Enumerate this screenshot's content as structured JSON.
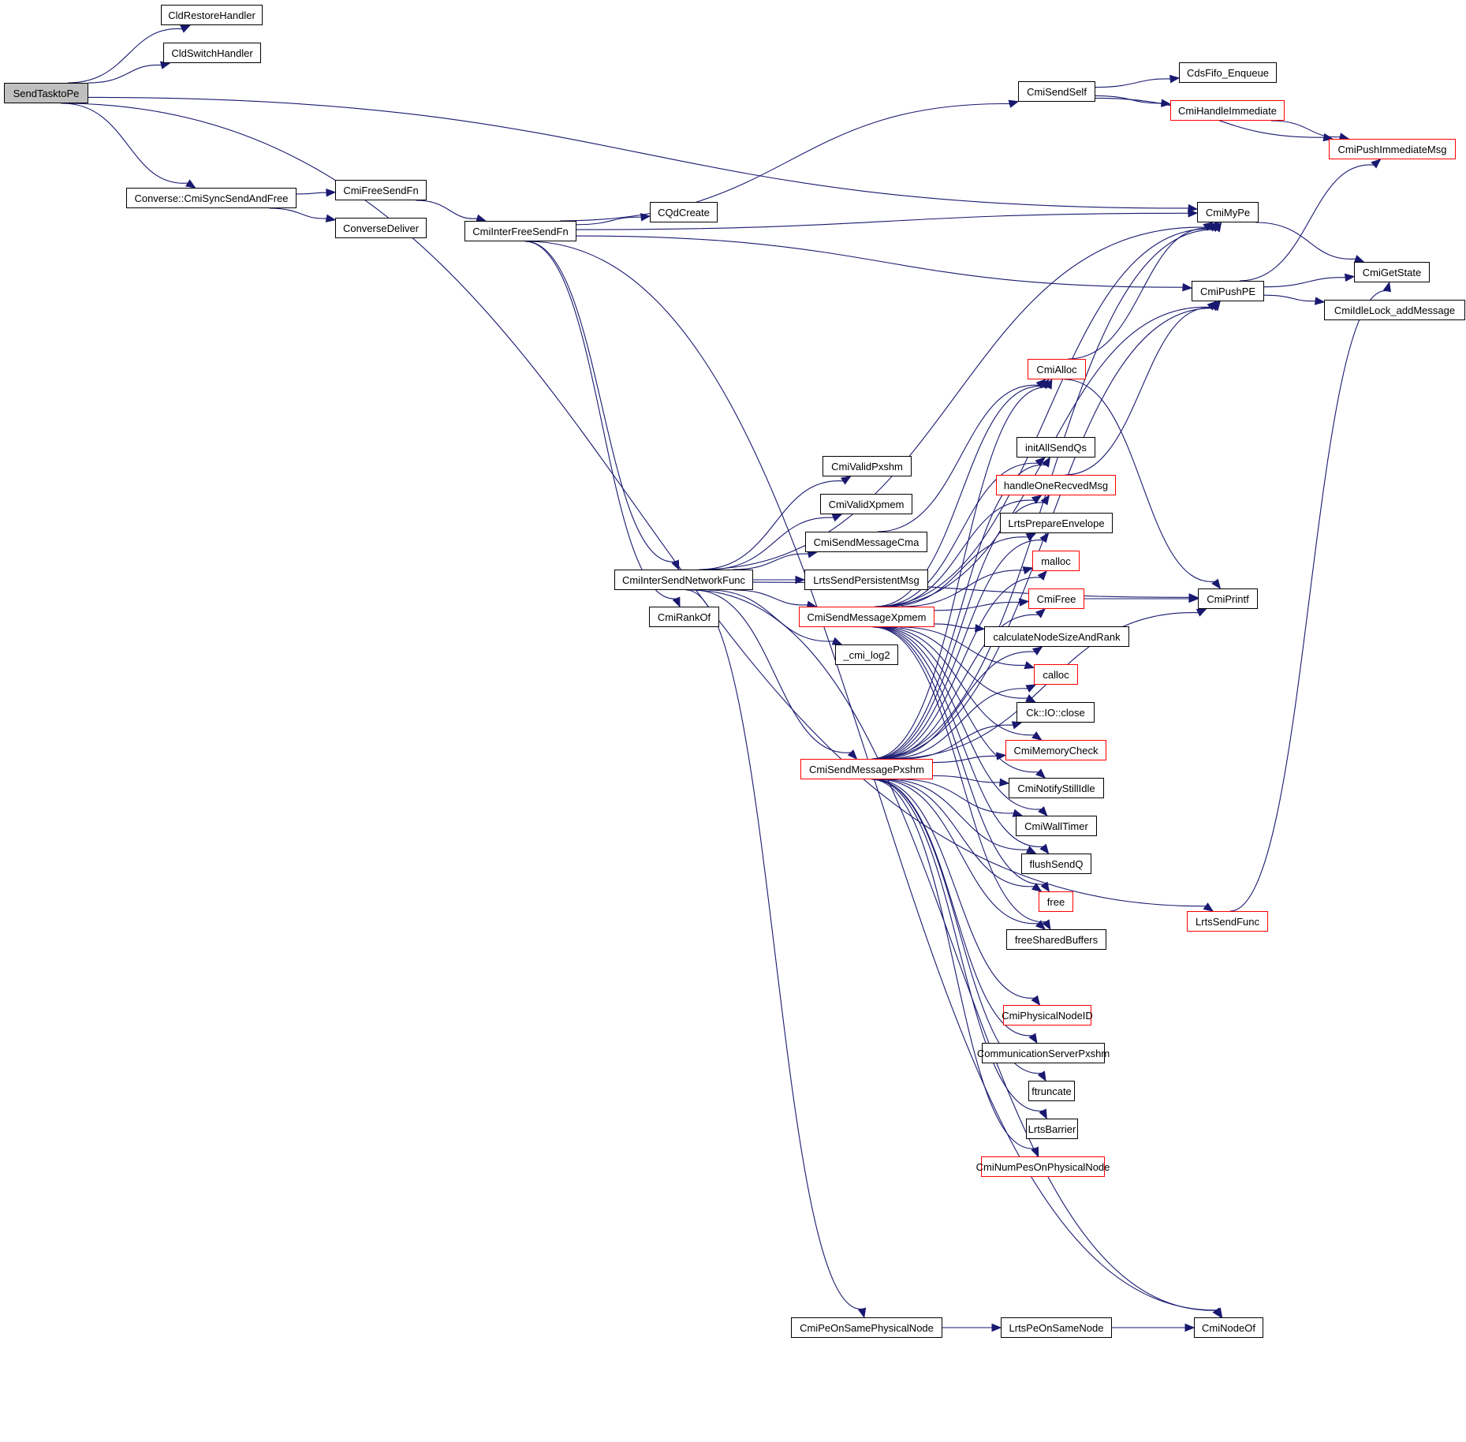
{
  "graph": {
    "type": "call-graph",
    "edge_color": "#191970",
    "node_border_default": "#000000",
    "node_border_truncated": "#ff0000",
    "root_fill": "#bfbfbf",
    "nodes": [
      {
        "id": "SendTasktoPe",
        "label": "SendTasktoPe",
        "root": true,
        "truncated": false
      },
      {
        "id": "CldRestoreHandler",
        "label": "CldRestoreHandler",
        "truncated": false
      },
      {
        "id": "CldSwitchHandler",
        "label": "CldSwitchHandler",
        "truncated": false
      },
      {
        "id": "CmiSyncSendAndFree",
        "label": "Converse::CmiSyncSendAndFree",
        "truncated": false
      },
      {
        "id": "CmiFreeSendFn",
        "label": "CmiFreeSendFn",
        "truncated": false
      },
      {
        "id": "ConverseDeliver",
        "label": "ConverseDeliver",
        "truncated": false
      },
      {
        "id": "CmiInterFreeSendFn",
        "label": "CmiInterFreeSendFn",
        "truncated": false
      },
      {
        "id": "CQdCreate",
        "label": "CQdCreate",
        "truncated": false
      },
      {
        "id": "CmiSendSelf",
        "label": "CmiSendSelf",
        "truncated": false
      },
      {
        "id": "CdsFifo_Enqueue",
        "label": "CdsFifo_Enqueue",
        "truncated": false
      },
      {
        "id": "CmiHandleImmediate",
        "label": "CmiHandleImmediate",
        "truncated": true
      },
      {
        "id": "CmiPushImmediateMsg",
        "label": "CmiPushImmediateMsg",
        "truncated": true
      },
      {
        "id": "CmiMyPe",
        "label": "CmiMyPe",
        "truncated": false
      },
      {
        "id": "CmiGetState",
        "label": "CmiGetState",
        "truncated": false
      },
      {
        "id": "CmiPushPE",
        "label": "CmiPushPE",
        "truncated": false
      },
      {
        "id": "CmiIdleLock_addMessage",
        "label": "CmiIdleLock_addMessage",
        "truncated": false
      },
      {
        "id": "CmiAlloc",
        "label": "CmiAlloc",
        "truncated": true
      },
      {
        "id": "initAllSendQs",
        "label": "initAllSendQs",
        "truncated": false
      },
      {
        "id": "handleOneRecvedMsg",
        "label": "handleOneRecvedMsg",
        "truncated": true
      },
      {
        "id": "LrtsPrepareEnvelope",
        "label": "LrtsPrepareEnvelope",
        "truncated": false
      },
      {
        "id": "malloc",
        "label": "malloc",
        "truncated": true
      },
      {
        "id": "CmiFree",
        "label": "CmiFree",
        "truncated": true
      },
      {
        "id": "CmiPrintf",
        "label": "CmiPrintf",
        "truncated": false
      },
      {
        "id": "calculateNodeSizeAndRank",
        "label": "calculateNodeSizeAndRank",
        "truncated": false
      },
      {
        "id": "calloc",
        "label": "calloc",
        "truncated": true
      },
      {
        "id": "CkIOclose",
        "label": "Ck::IO::close",
        "truncated": false
      },
      {
        "id": "CmiMemoryCheck",
        "label": "CmiMemoryCheck",
        "truncated": true
      },
      {
        "id": "CmiNotifyStillIdle",
        "label": "CmiNotifyStillIdle",
        "truncated": false
      },
      {
        "id": "CmiWallTimer",
        "label": "CmiWallTimer",
        "truncated": false
      },
      {
        "id": "flushSendQ",
        "label": "flushSendQ",
        "truncated": false
      },
      {
        "id": "free",
        "label": "free",
        "truncated": true
      },
      {
        "id": "freeSharedBuffers",
        "label": "freeSharedBuffers",
        "truncated": false
      },
      {
        "id": "LrtsSendFunc",
        "label": "LrtsSendFunc",
        "truncated": true
      },
      {
        "id": "CmiValidPxshm",
        "label": "CmiValidPxshm",
        "truncated": false
      },
      {
        "id": "CmiValidXpmem",
        "label": "CmiValidXpmem",
        "truncated": false
      },
      {
        "id": "CmiSendMessageCma",
        "label": "CmiSendMessageCma",
        "truncated": false
      },
      {
        "id": "CmiInterSendNetworkFunc",
        "label": "CmiInterSendNetworkFunc",
        "truncated": false
      },
      {
        "id": "LrtsSendPersistentMsg",
        "label": "LrtsSendPersistentMsg",
        "truncated": false
      },
      {
        "id": "CmiRankOf",
        "label": "CmiRankOf",
        "truncated": false
      },
      {
        "id": "CmiSendMessageXpmem",
        "label": "CmiSendMessageXpmem",
        "truncated": true
      },
      {
        "id": "_cmi_log2",
        "label": "_cmi_log2",
        "truncated": false
      },
      {
        "id": "CmiSendMessagePxshm",
        "label": "CmiSendMessagePxshm",
        "truncated": true
      },
      {
        "id": "CmiPhysicalNodeID",
        "label": "CmiPhysicalNodeID",
        "truncated": true
      },
      {
        "id": "CommunicationServerPxshm",
        "label": "CommunicationServerPxshm",
        "truncated": false
      },
      {
        "id": "ftruncate",
        "label": "ftruncate",
        "truncated": false
      },
      {
        "id": "LrtsBarrier",
        "label": "LrtsBarrier",
        "truncated": false
      },
      {
        "id": "CmiNumPesOnPhysicalNode",
        "label": "CmiNumPesOnPhysicalNode",
        "truncated": true
      },
      {
        "id": "CmiPeOnSamePhysicalNode",
        "label": "CmiPeOnSamePhysicalNode",
        "truncated": false
      },
      {
        "id": "LrtsPeOnSameNode",
        "label": "LrtsPeOnSameNode",
        "truncated": false
      },
      {
        "id": "CmiNodeOf",
        "label": "CmiNodeOf",
        "truncated": false
      }
    ],
    "edges": [
      [
        "SendTasktoPe",
        "CldRestoreHandler"
      ],
      [
        "SendTasktoPe",
        "CldSwitchHandler"
      ],
      [
        "SendTasktoPe",
        "CmiMyPe"
      ],
      [
        "SendTasktoPe",
        "CmiSyncSendAndFree"
      ],
      [
        "SendTasktoPe",
        "LrtsSendFunc"
      ],
      [
        "CmiSyncSendAndFree",
        "CmiFreeSendFn"
      ],
      [
        "CmiSyncSendAndFree",
        "ConverseDeliver"
      ],
      [
        "CmiFreeSendFn",
        "CmiInterFreeSendFn"
      ],
      [
        "CmiInterFreeSendFn",
        "CmiSendSelf"
      ],
      [
        "CmiInterFreeSendFn",
        "CmiMyPe"
      ],
      [
        "CmiInterFreeSendFn",
        "CQdCreate"
      ],
      [
        "CmiInterFreeSendFn",
        "CmiPushPE"
      ],
      [
        "CmiInterFreeSendFn",
        "CmiInterSendNetworkFunc"
      ],
      [
        "CmiInterFreeSendFn",
        "CmiRankOf"
      ],
      [
        "CmiInterFreeSendFn",
        "CmiNodeOf"
      ],
      [
        "CmiSendSelf",
        "CdsFifo_Enqueue"
      ],
      [
        "CmiSendSelf",
        "CmiHandleImmediate"
      ],
      [
        "CmiSendSelf",
        "CmiPushImmediateMsg"
      ],
      [
        "CmiHandleImmediate",
        "CmiPushImmediateMsg"
      ],
      [
        "CmiMyPe",
        "CmiGetState"
      ],
      [
        "CmiPushPE",
        "CmiPushImmediateMsg"
      ],
      [
        "CmiPushPE",
        "CmiGetState"
      ],
      [
        "CmiPushPE",
        "CmiIdleLock_addMessage"
      ],
      [
        "CmiAlloc",
        "CmiMyPe"
      ],
      [
        "CmiAlloc",
        "CmiPrintf"
      ],
      [
        "handleOneRecvedMsg",
        "CmiPushPE"
      ],
      [
        "CmiFree",
        "CmiPrintf"
      ],
      [
        "LrtsSendFunc",
        "CmiGetState"
      ],
      [
        "CmiInterSendNetworkFunc",
        "CmiMyPe"
      ],
      [
        "CmiInterSendNetworkFunc",
        "CmiValidPxshm"
      ],
      [
        "CmiInterSendNetworkFunc",
        "CmiValidXpmem"
      ],
      [
        "CmiInterSendNetworkFunc",
        "CmiSendMessageCma"
      ],
      [
        "CmiInterSendNetworkFunc",
        "LrtsSendPersistentMsg"
      ],
      [
        "CmiInterSendNetworkFunc",
        "CmiSendMessageXpmem"
      ],
      [
        "CmiInterSendNetworkFunc",
        "_cmi_log2"
      ],
      [
        "CmiInterSendNetworkFunc",
        "CmiSendMessagePxshm"
      ],
      [
        "CmiInterSendNetworkFunc",
        "CmiPrintf"
      ],
      [
        "CmiInterSendNetworkFunc",
        "CmiPeOnSamePhysicalNode"
      ],
      [
        "CmiInterSendNetworkFunc",
        "CmiNodeOf"
      ],
      [
        "CmiSendMessageCma",
        "CmiAlloc"
      ],
      [
        "CmiSendMessageXpmem",
        "CmiMyPe"
      ],
      [
        "CmiSendMessageXpmem",
        "CmiPushPE"
      ],
      [
        "CmiSendMessageXpmem",
        "CmiAlloc"
      ],
      [
        "CmiSendMessageXpmem",
        "initAllSendQs"
      ],
      [
        "CmiSendMessageXpmem",
        "handleOneRecvedMsg"
      ],
      [
        "CmiSendMessageXpmem",
        "LrtsPrepareEnvelope"
      ],
      [
        "CmiSendMessageXpmem",
        "malloc"
      ],
      [
        "CmiSendMessageXpmem",
        "CmiFree"
      ],
      [
        "CmiSendMessageXpmem",
        "calculateNodeSizeAndRank"
      ],
      [
        "CmiSendMessageXpmem",
        "calloc"
      ],
      [
        "CmiSendMessageXpmem",
        "CkIOclose"
      ],
      [
        "CmiSendMessageXpmem",
        "CmiMemoryCheck"
      ],
      [
        "CmiSendMessageXpmem",
        "CmiNotifyStillIdle"
      ],
      [
        "CmiSendMessageXpmem",
        "CmiWallTimer"
      ],
      [
        "CmiSendMessageXpmem",
        "flushSendQ"
      ],
      [
        "CmiSendMessageXpmem",
        "free"
      ],
      [
        "CmiSendMessageXpmem",
        "freeSharedBuffers"
      ],
      [
        "CmiSendMessagePxshm",
        "CmiMyPe"
      ],
      [
        "CmiSendMessagePxshm",
        "CmiPushPE"
      ],
      [
        "CmiSendMessagePxshm",
        "CmiAlloc"
      ],
      [
        "CmiSendMessagePxshm",
        "initAllSendQs"
      ],
      [
        "CmiSendMessagePxshm",
        "handleOneRecvedMsg"
      ],
      [
        "CmiSendMessagePxshm",
        "LrtsPrepareEnvelope"
      ],
      [
        "CmiSendMessagePxshm",
        "malloc"
      ],
      [
        "CmiSendMessagePxshm",
        "CmiFree"
      ],
      [
        "CmiSendMessagePxshm",
        "calculateNodeSizeAndRank"
      ],
      [
        "CmiSendMessagePxshm",
        "calloc"
      ],
      [
        "CmiSendMessagePxshm",
        "CkIOclose"
      ],
      [
        "CmiSendMessagePxshm",
        "CmiMemoryCheck"
      ],
      [
        "CmiSendMessagePxshm",
        "CmiNotifyStillIdle"
      ],
      [
        "CmiSendMessagePxshm",
        "CmiWallTimer"
      ],
      [
        "CmiSendMessagePxshm",
        "flushSendQ"
      ],
      [
        "CmiSendMessagePxshm",
        "free"
      ],
      [
        "CmiSendMessagePxshm",
        "freeSharedBuffers"
      ],
      [
        "CmiSendMessagePxshm",
        "CmiPrintf"
      ],
      [
        "CmiSendMessagePxshm",
        "CmiPhysicalNodeID"
      ],
      [
        "CmiSendMessagePxshm",
        "CommunicationServerPxshm"
      ],
      [
        "CmiSendMessagePxshm",
        "ftruncate"
      ],
      [
        "CmiSendMessagePxshm",
        "LrtsBarrier"
      ],
      [
        "CmiSendMessagePxshm",
        "CmiNumPesOnPhysicalNode"
      ],
      [
        "CmiPeOnSamePhysicalNode",
        "LrtsPeOnSameNode"
      ],
      [
        "LrtsPeOnSameNode",
        "CmiNodeOf"
      ]
    ]
  }
}
